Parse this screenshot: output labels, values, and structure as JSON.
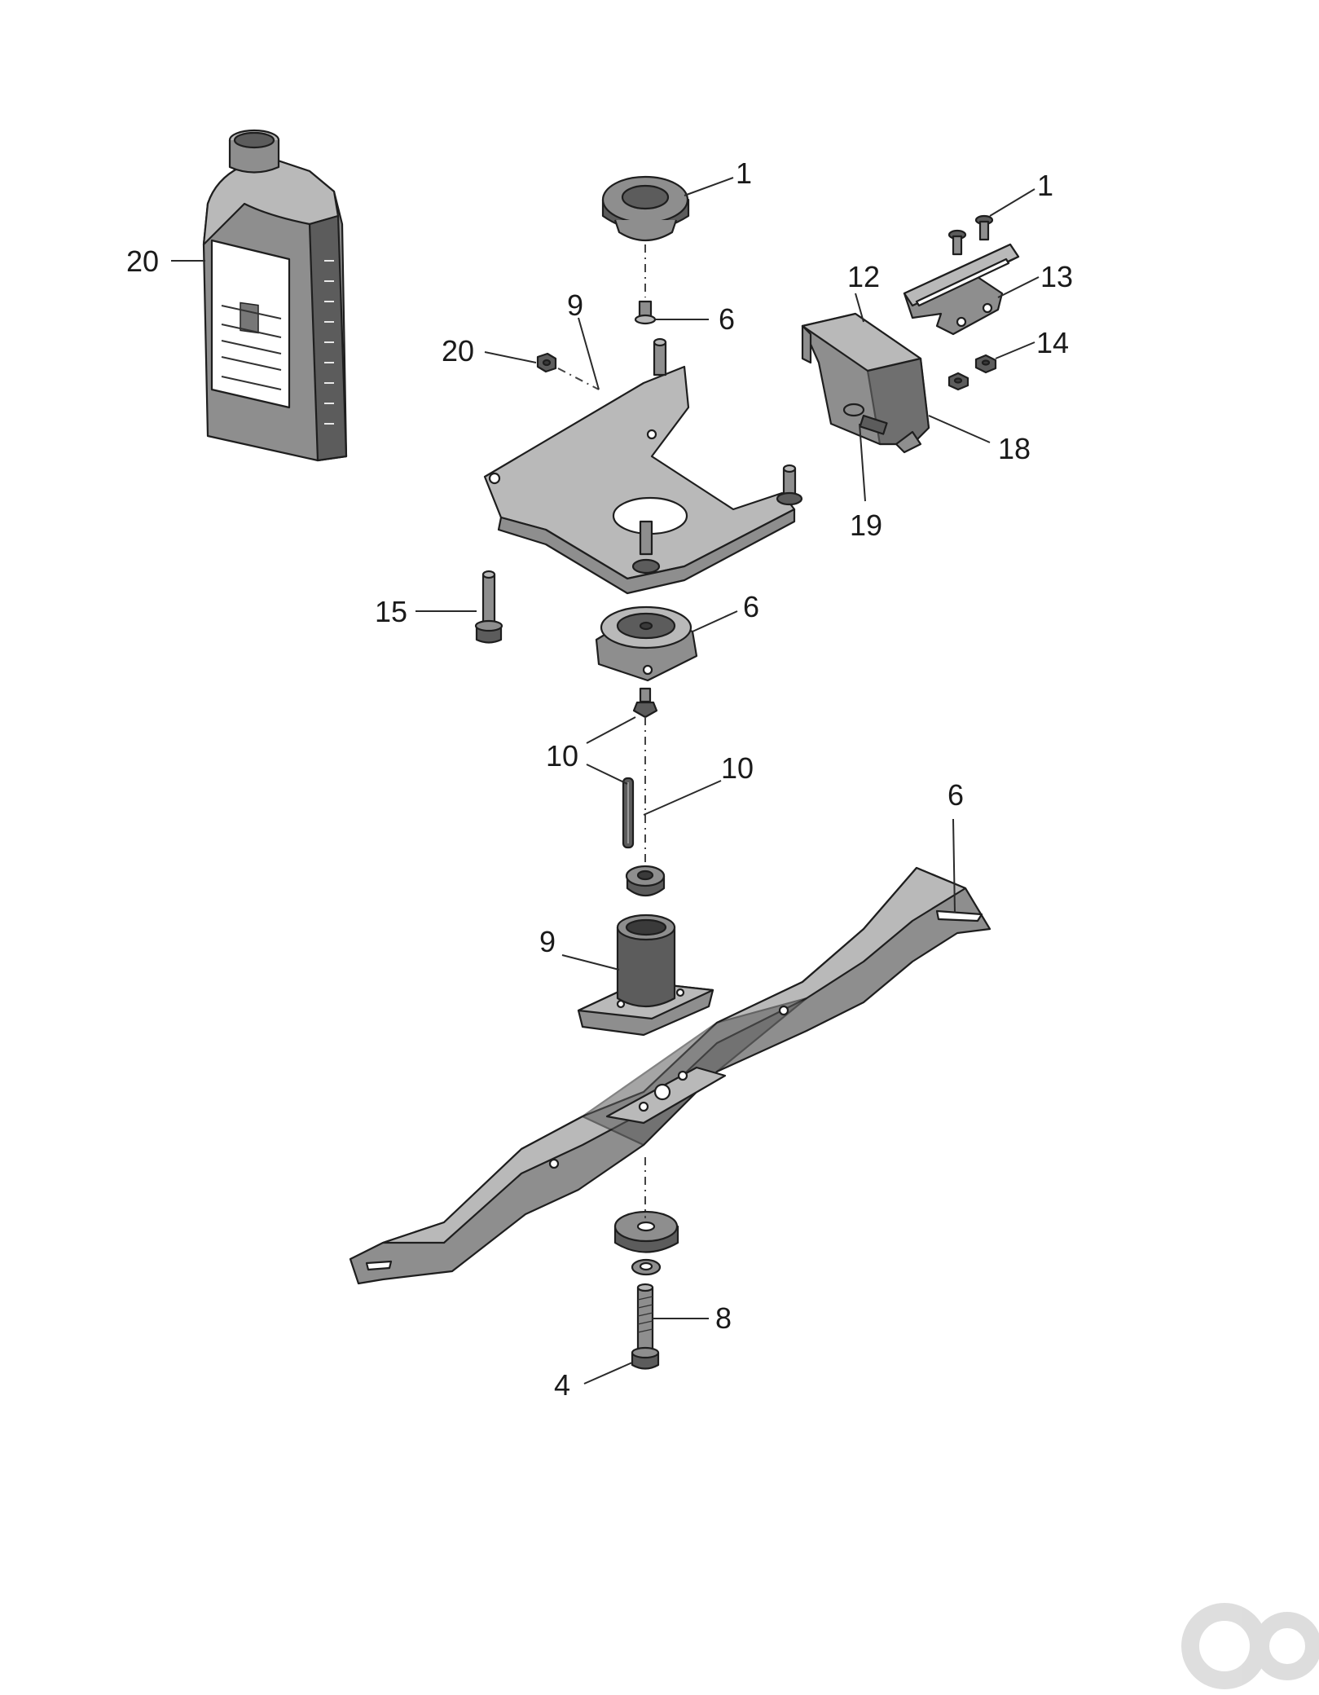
{
  "diagram": {
    "callouts": [
      {
        "id": "c-1a",
        "text": "1"
      },
      {
        "id": "c-1b",
        "text": "1"
      },
      {
        "id": "c-20a",
        "text": "20"
      },
      {
        "id": "c-20b",
        "text": "20"
      },
      {
        "id": "c-9a",
        "text": "9"
      },
      {
        "id": "c-9b",
        "text": "9"
      },
      {
        "id": "c-6a",
        "text": "6"
      },
      {
        "id": "c-6b",
        "text": "6"
      },
      {
        "id": "c-6c",
        "text": "6"
      },
      {
        "id": "c-12",
        "text": "12"
      },
      {
        "id": "c-13",
        "text": "13"
      },
      {
        "id": "c-14",
        "text": "14"
      },
      {
        "id": "c-18",
        "text": "18"
      },
      {
        "id": "c-19",
        "text": "19"
      },
      {
        "id": "c-15",
        "text": "15"
      },
      {
        "id": "c-10a",
        "text": "10"
      },
      {
        "id": "c-10b",
        "text": "10"
      },
      {
        "id": "c-8",
        "text": "8"
      },
      {
        "id": "c-4",
        "text": "4"
      }
    ]
  }
}
